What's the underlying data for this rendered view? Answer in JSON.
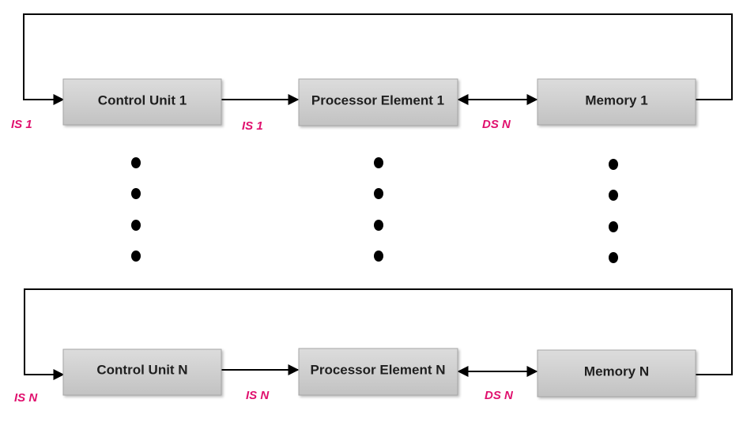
{
  "row_top": {
    "control_unit": "Control Unit 1",
    "processor_element": "Processor Element 1",
    "memory": "Memory 1",
    "is_in_label": "IS 1",
    "is_mid_label": "IS 1",
    "ds_label": "DS N"
  },
  "row_bottom": {
    "control_unit": "Control Unit N",
    "processor_element": "Processor Element N",
    "memory": "Memory N",
    "is_in_label": "IS N",
    "is_mid_label": "IS N",
    "ds_label": "DS N"
  },
  "colors": {
    "label_accent": "#e0106e",
    "box_fill_top": "#dcdcdc",
    "box_fill_bottom": "#c4c4c4"
  }
}
